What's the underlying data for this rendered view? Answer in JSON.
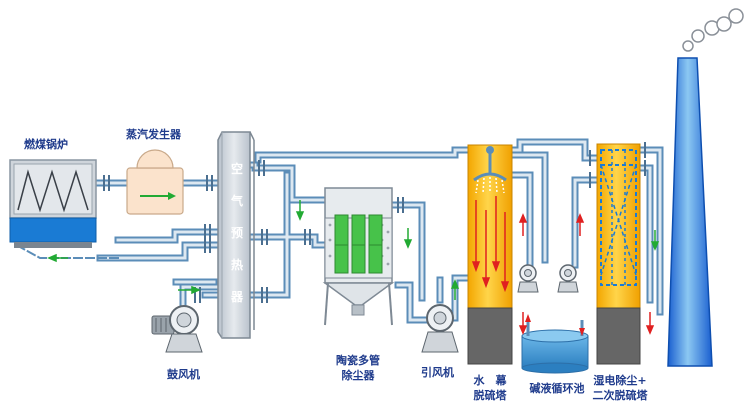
{
  "labels": {
    "boiler": "燃煤锅炉",
    "steam_generator": "蒸汽发生器",
    "air_preheater_chars": [
      "空",
      "气",
      "预",
      "热",
      "器"
    ],
    "blower": "鼓风机",
    "ceramic_line1": "陶瓷多管",
    "ceramic_line2": "除尘器",
    "induced_fan": "引风机",
    "water_curtain_line1": "水　幕",
    "water_curtain_line2": "脱硫塔",
    "alkali_pool": "碱液循环池",
    "wesp_line1": "湿电除尘+",
    "wesp_line2": "二次脱硫塔"
  },
  "colors": {
    "pipe": "#5b8db8",
    "pipe_light": "#cfdde9",
    "tower_yellow": "#f0a800",
    "tower_yellow_light": "#ffd24d",
    "tower_base": "#666666",
    "stack_blue": "#1565d8",
    "stack_light": "#7fc1f0",
    "boiler_base": "#1a7bd4",
    "flow_red": "#e02020",
    "flow_green": "#22aa33",
    "text": "#1f3b8c"
  }
}
